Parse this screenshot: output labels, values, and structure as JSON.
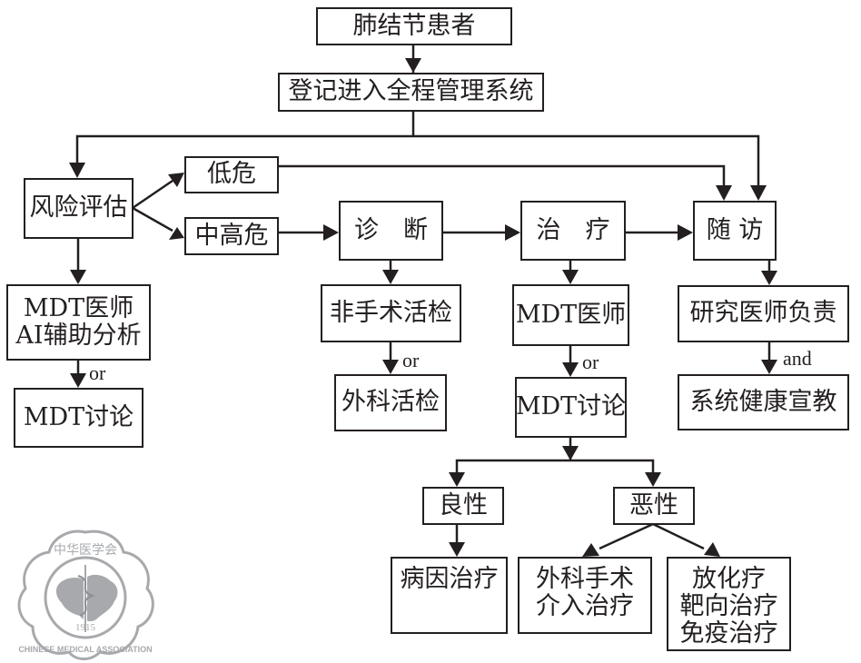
{
  "diagram": {
    "nodes": {
      "patient": "肺结节患者",
      "register": "登记进入全程管理系统",
      "risk_assessment": "风险评估",
      "low_risk": "低危",
      "mid_high_risk": "中高危",
      "diagnosis": "诊　断",
      "treatment": "治　疗",
      "follow_up": "随 访",
      "mdt_ai": [
        "MDT医师",
        "AI辅助分析"
      ],
      "mdt_discussion_left": "MDT讨论",
      "nonsurgical_biopsy": "非手术活检",
      "surgical_biopsy": "外科活检",
      "mdt_doctor": "MDT医师",
      "mdt_discussion_mid": "MDT讨论",
      "research_doctor": "研究医师负责",
      "health_education": "系统健康宣教",
      "benign": "良性",
      "malignant": "恶性",
      "etiological_treatment": "病因治疗",
      "surgery": [
        "外科手术",
        "介入治疗"
      ],
      "systemic": [
        "放化疗",
        "靶向治疗",
        "免疫治疗"
      ]
    },
    "edge_labels": {
      "left_or": "or",
      "diag_or": "or",
      "treat_or": "or",
      "follow_and": "and"
    }
  },
  "logo": {
    "top_text": "中华医学会",
    "bottom_text": "CHINESE MEDICAL ASSOCIATION",
    "year": "1915"
  },
  "colors": {
    "ink": "#231f20",
    "logo_gray": "#a7a9ac"
  }
}
